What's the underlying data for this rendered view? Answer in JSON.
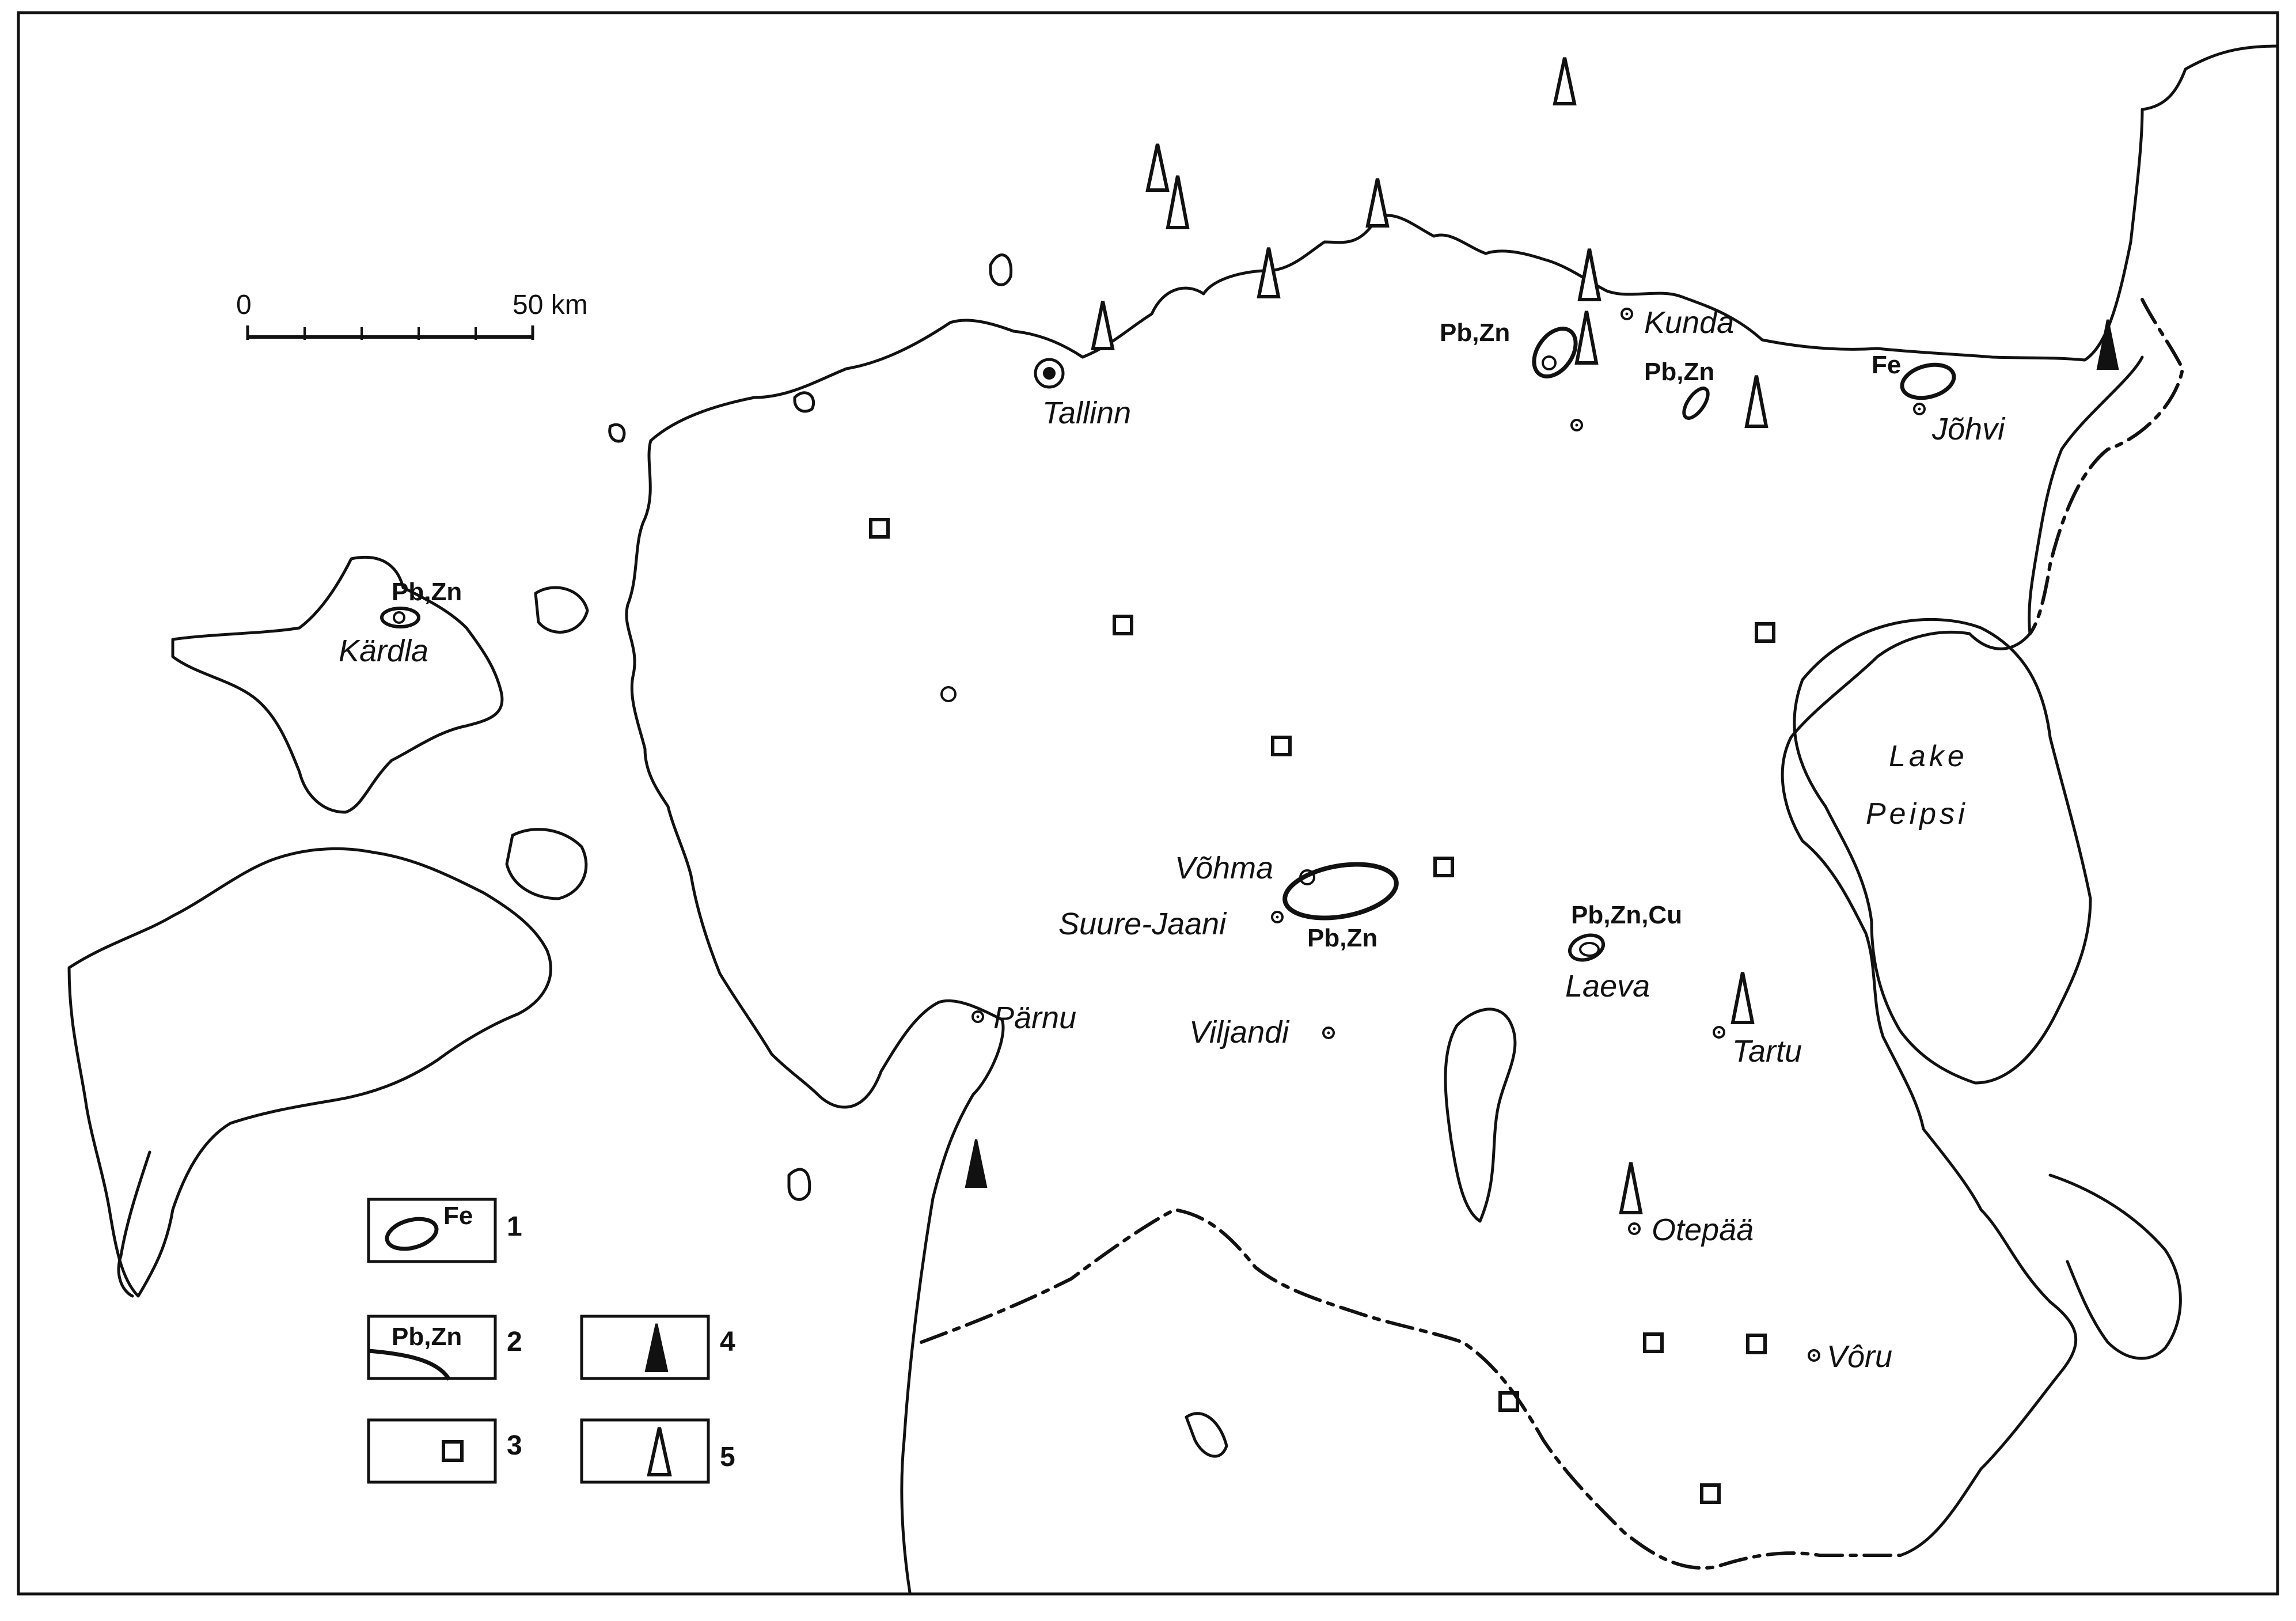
{
  "scale": {
    "start": "0",
    "end": "50 km"
  },
  "places": {
    "tallinn": "Tallinn",
    "kunda": "Kunda",
    "johvi": "Jõhvi",
    "kardla": "Kärdla",
    "vohma": "Võhma",
    "suure_jaani": "Suure-Jaani",
    "parnu": "Pärnu",
    "viljandi": "Viljandi",
    "laeva": "Laeva",
    "tartu": "Tartu",
    "otepaa": "Otepää",
    "voru": "Vôru"
  },
  "lake": {
    "line1": "Lake",
    "line2": "Peipsi"
  },
  "deposits": {
    "kunda_west": "Pb,Zn",
    "kunda_east": "Pb,Zn",
    "johvi": "Fe",
    "kardla": "Pb,Zn",
    "vohma": "Pb,Zn",
    "laeva": "Pb,Zn,Cu"
  },
  "legend": [
    {
      "number": "1",
      "label": "Fe"
    },
    {
      "number": "2",
      "label": "Pb,Zn"
    },
    {
      "number": "3",
      "label": ""
    },
    {
      "number": "4",
      "label": ""
    },
    {
      "number": "5",
      "label": ""
    }
  ]
}
